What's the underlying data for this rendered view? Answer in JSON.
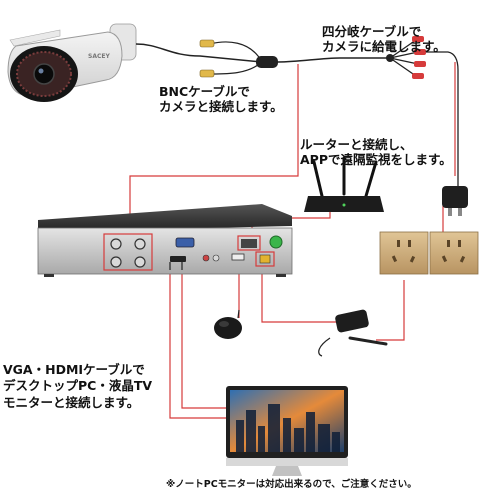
{
  "labels": {
    "splitter": [
      "四分岐ケーブルで",
      "カメラに給電します。"
    ],
    "bnc": [
      "BNCケーブルで",
      "カメラと接続します。"
    ],
    "router": [
      "ルーターと接続し、",
      "APPで遠隔監視をします。"
    ],
    "vga": [
      "VGA・HDMIケーブルで",
      "デスクトップPC・液晶TV",
      "モニターと接続します。"
    ],
    "note": "※ノートPCモニターは対応出来るので、ご注意ください。"
  },
  "camera_brand": "SACEY",
  "colors": {
    "cable_red": "#d63b3b",
    "dvr_body": "#2b2b2b",
    "outlet": "#c9a978",
    "router": "#1c1c1c"
  }
}
